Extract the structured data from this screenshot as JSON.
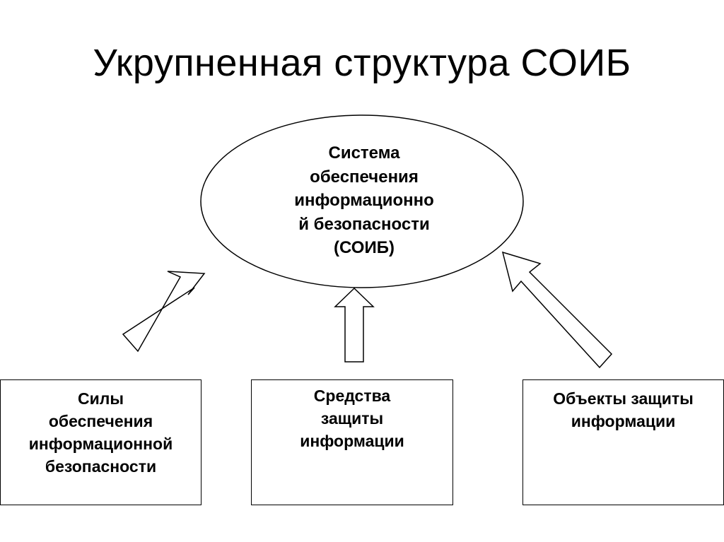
{
  "title": "Укрупненная структура СОИБ",
  "center": {
    "lines": [
      "Система",
      "обеспечения",
      "информационно",
      "й безопасности",
      "(СОИБ)"
    ]
  },
  "boxes": {
    "left": {
      "lines": [
        "Силы",
        "обеспечения",
        "информационной",
        "безопасности"
      ]
    },
    "middle": {
      "lines": [
        "Средства",
        "защиты",
        "информации"
      ]
    },
    "right": {
      "lines": [
        "Объекты защиты",
        "информации"
      ]
    }
  }
}
